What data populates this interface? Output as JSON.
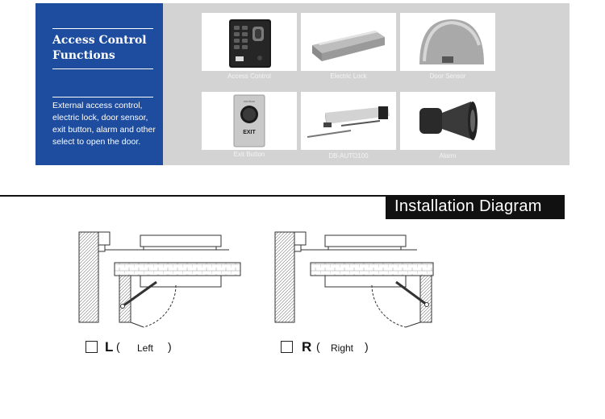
{
  "functions": {
    "title": "Access Control Functions",
    "description": "External access control, electric lock, door sensor, exit button, alarm and other select to open the door."
  },
  "products": [
    {
      "label": "Access Control",
      "icon": "keypad-reader-icon"
    },
    {
      "label": "Electric Lock",
      "icon": "magnetic-lock-icon"
    },
    {
      "label": "Door Sensor",
      "icon": "dome-sensor-icon"
    },
    {
      "label": "Exit Button",
      "icon": "exit-button-icon",
      "sublabel": "EXIT",
      "brand": "nordson"
    },
    {
      "label": "DB-AUTO100",
      "icon": "door-operator-icon"
    },
    {
      "label": "Alarm",
      "icon": "siren-horn-icon"
    }
  ],
  "installation": {
    "heading": "Installation Diagram",
    "left": {
      "letter": "L",
      "open": "(",
      "word": "Left",
      "close": ")"
    },
    "right": {
      "letter": "R",
      "open": "(",
      "word": "Right",
      "close": ")"
    }
  },
  "colors": {
    "panel_blue": "#1e4da0",
    "panel_gray": "#d3d3d3",
    "heading_black": "#111111"
  }
}
